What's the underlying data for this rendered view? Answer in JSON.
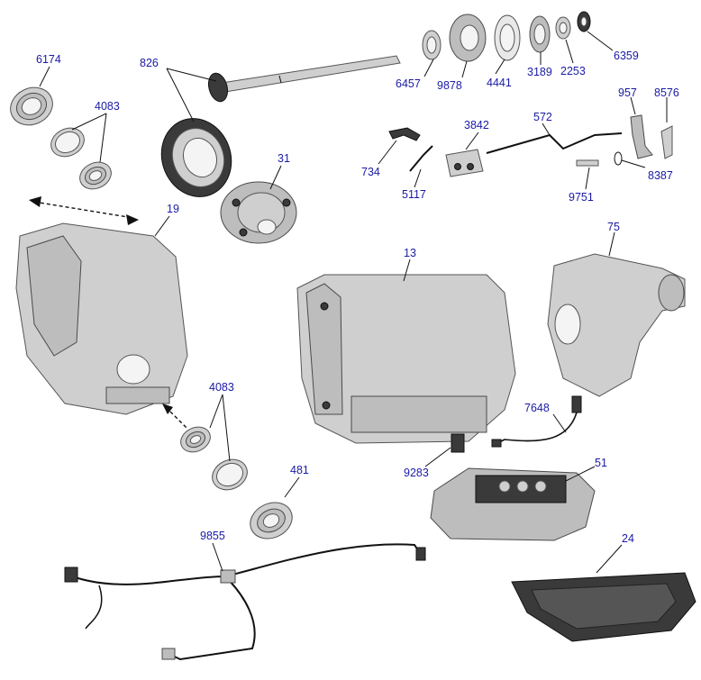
{
  "parts": {
    "p6174": "6174",
    "p4083a": "4083",
    "p826": "826",
    "p31": "31",
    "p19": "19",
    "p13": "13",
    "p4083b": "4083",
    "p481": "481",
    "p9855": "9855",
    "p6457": "6457",
    "p9878": "9878",
    "p4441": "4441",
    "p3189": "3189",
    "p2253": "2253",
    "p6359": "6359",
    "p957": "957",
    "p8576": "8576",
    "p3842": "3842",
    "p572": "572",
    "p734": "734",
    "p5117": "5117",
    "p9751": "9751",
    "p8387": "8387",
    "p75": "75",
    "p7648": "7648",
    "p9283": "9283",
    "p51": "51",
    "p24": "24"
  },
  "colors": {
    "callout": "#1a1aa6",
    "line": "#111111",
    "metal_light": "#cfcfcf",
    "metal_dark": "#3a3a3a"
  }
}
